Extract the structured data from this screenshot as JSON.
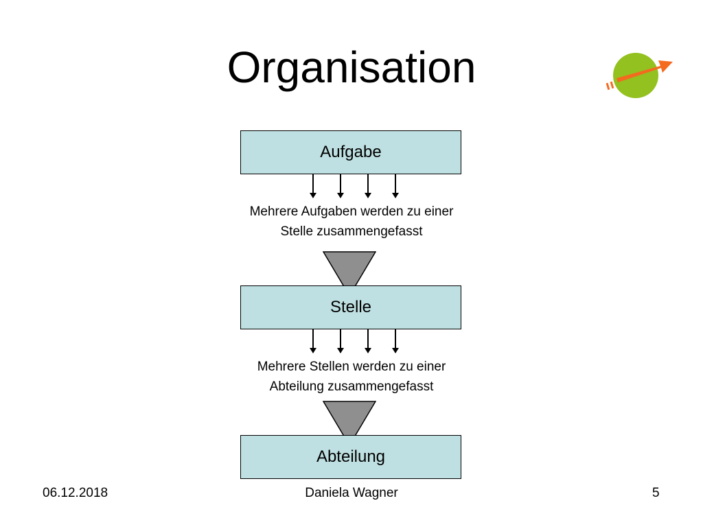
{
  "slide": {
    "title": "Organisation",
    "boxes": {
      "task": "Aufgabe",
      "position": "Stelle",
      "department": "Abteilung"
    },
    "captions": {
      "first_line1": "Mehrere Aufgaben werden zu einer",
      "first_line2": "Stelle zusammengefasst",
      "second_line1": "Mehrere Stellen werden zu einer",
      "second_line2": "Abteilung zusammengefasst"
    },
    "footer": {
      "date": "06.12.2018",
      "author": "Daniela Wagner",
      "page": "5"
    },
    "icons": {
      "logo": "green-circle-orange-arrow-icon",
      "funnel": "funnel-triangle-icon"
    },
    "colors": {
      "box_fill": "#bfe0e2",
      "funnel_fill": "#8f8f8f",
      "logo_green": "#93c11f",
      "logo_orange": "#f46a1f"
    }
  }
}
